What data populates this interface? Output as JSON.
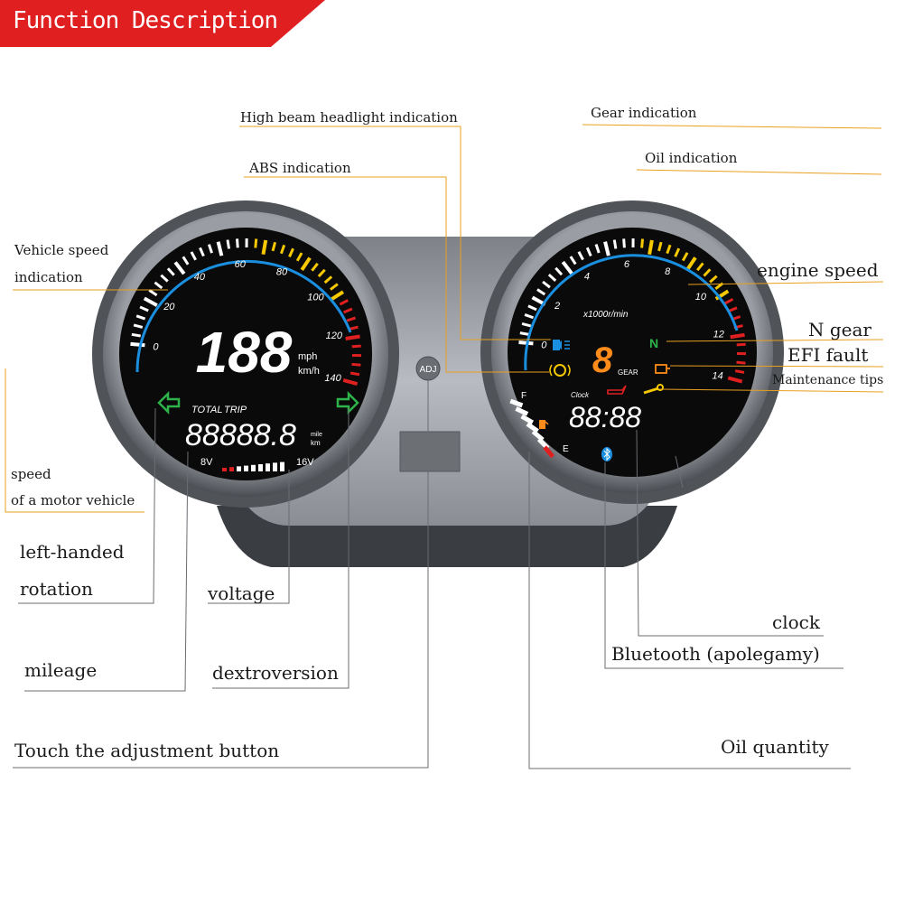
{
  "banner": {
    "title": "Function Description",
    "color": "#e02020"
  },
  "labels": {
    "high_beam": "High beam headlight indication",
    "abs": "ABS indication",
    "gear": "Gear indication",
    "oil": "Oil indication",
    "vehicle_speed_1": "Vehicle speed",
    "vehicle_speed_2": "indication",
    "engine_speed": "engine speed",
    "n_gear": "N gear",
    "efi_fault": "EFI fault",
    "maintenance": "Maintenance tips",
    "speed_motor_1": "speed",
    "speed_motor_2": "of a motor vehicle",
    "left_rotation_1": "left-handed",
    "left_rotation_2": "rotation",
    "voltage": "voltage",
    "mileage": "mileage",
    "dextroversion": "dextroversion",
    "clock": "clock",
    "bluetooth": "Bluetooth  (apolegamy)",
    "touch_button": "Touch the adjustment button",
    "oil_quantity": "Oil quantity"
  },
  "speedo": {
    "ticks": [
      "0",
      "20",
      "40",
      "60",
      "80",
      "100",
      "120",
      "140"
    ],
    "digits": "188",
    "unit_mph": "mph",
    "unit_kmh": "km/h",
    "total": "TOTAL",
    "trip": "TRIP",
    "odometer": "88888.8",
    "odo_unit_mile": "mile",
    "odo_unit_km": "km",
    "volt_low": "8V",
    "volt_high": "16V"
  },
  "tacho": {
    "ticks": [
      "0",
      "2",
      "4",
      "6",
      "8",
      "10",
      "12",
      "14"
    ],
    "rpm_unit": "x1000r/min",
    "gear_digit": "8",
    "gear_label": "GEAR",
    "n_indicator": "N",
    "clock_label": "Clock",
    "clock_value": "88:88",
    "fuel_full": "F",
    "fuel_empty": "E"
  },
  "center": {
    "adj_label": "ADJ"
  },
  "colors": {
    "leader": "#e8a020",
    "gauge_face": "#0a0a0a",
    "arc_blue": "#1a8fe0",
    "digit_white": "#ffffff",
    "gear_orange": "#ff8c1a",
    "indicator_green": "#2db34a",
    "warning_yellow": "#f5c800",
    "redline": "#e02020"
  },
  "icons": [
    "left-arrow-icon",
    "right-arrow-icon",
    "high-beam-icon",
    "abs-icon",
    "oil-can-icon",
    "efi-engine-icon",
    "wrench-icon",
    "fuel-pump-icon",
    "bluetooth-icon"
  ]
}
